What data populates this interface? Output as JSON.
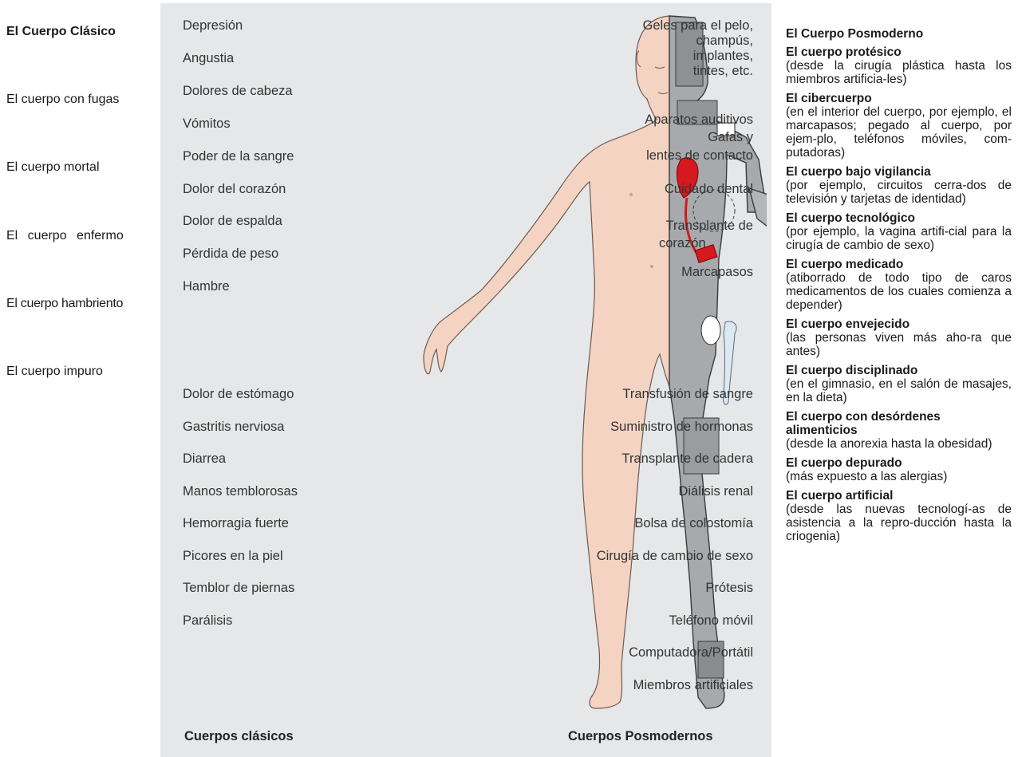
{
  "left_column": {
    "title": "El Cuerpo Clásico",
    "items": [
      "El cuerpo con fugas",
      "El cuerpo mortal",
      "El cuerpo enfermo",
      "El cuerpo hambriento",
      "El cuerpo impuro"
    ]
  },
  "classic_symptoms_top": [
    "Depresión",
    "Angustia",
    "Dolores de cabeza",
    "Vómitos",
    "Poder de la sangre",
    "Dolor del corazón",
    "Dolor de espalda",
    "Pérdida de peso",
    "Hambre"
  ],
  "classic_symptoms_bottom": [
    "Dolor de estómago",
    "Gastritis nerviosa",
    "Diarrea",
    "Manos temblorosas",
    "Hemorragia fuerte",
    "Picores en la piel",
    "Temblor de piernas",
    "Parálisis"
  ],
  "postmodern_top": [
    {
      "lines": [
        "Geles para el pelo,",
        "champús,",
        "implantes,",
        "tintes, etc."
      ]
    },
    {
      "lines": [
        "Aparatos auditivos",
        "Gafas y",
        "lentes de contacto"
      ]
    },
    {
      "lines": [
        "Cuidado dental"
      ]
    },
    {
      "lines": [
        "Transplante de",
        "corazón"
      ]
    },
    {
      "lines": [
        "Marcapasos"
      ]
    }
  ],
  "postmodern_bottom": [
    "Transfusión de sangre",
    "Suministro de hormonas",
    "Transplante de cadera",
    "Diálisis renal",
    "Bolsa de colostomía",
    "Cirugía de cambio de sexo",
    "Prótesis",
    "Teléfono móvil",
    "Computadora/Portátil",
    "Miembros artificiales"
  ],
  "captions": {
    "left": "Cuerpos clásicos",
    "right": "Cuerpos Posmodernos"
  },
  "right_column": {
    "title": "El Cuerpo Posmoderno",
    "entries": [
      {
        "title": "El cuerpo protésico",
        "desc": "(desde la cirugía plástica hasta los miembros artificia-les)"
      },
      {
        "title": "El cibercuerpo",
        "desc": "(en el interior del cuerpo, por ejemplo, el marcapasos; pegado al cuerpo, por ejem-plo, teléfonos móviles, com-putadoras)"
      },
      {
        "title": "El cuerpo bajo vigilancia",
        "desc": "(por ejemplo, circuitos cerra-dos de televisión y tarjetas de identidad)"
      },
      {
        "title": "El cuerpo tecnológico",
        "desc": "(por ejemplo, la vagina artifi-cial para la cirugía de cambio de sexo)"
      },
      {
        "title": "El cuerpo medicado",
        "desc": "(atiborrado de todo tipo de caros medicamentos de los cuales comienza a depender)"
      },
      {
        "title": "El cuerpo envejecido",
        "desc": "(las personas viven más aho-ra que antes)"
      },
      {
        "title": "El cuerpo disciplinado",
        "desc": "(en el gimnasio, en el salón de masajes, en la dieta)"
      },
      {
        "title": "El cuerpo con desórdenes alimenticios",
        "desc": "(desde la anorexia hasta la obesidad)"
      },
      {
        "title": "El cuerpo depurado",
        "desc": "(más expuesto a las alergias)"
      },
      {
        "title": "El cuerpo artificial",
        "desc": "(desde las nuevas tecnologí-as de asistencia a la repro-ducción hasta la criogenia)"
      }
    ]
  },
  "colors": {
    "skin": "#f4d3c2",
    "metal": "#a7a9ac",
    "panel": "#e6e7e8",
    "red": "#d7181f"
  }
}
